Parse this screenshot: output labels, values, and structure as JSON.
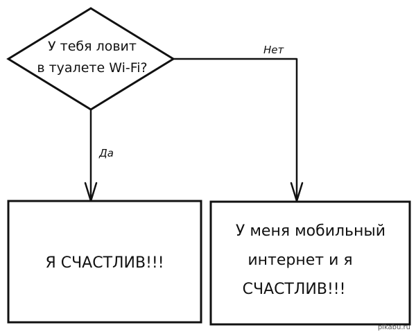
{
  "decision": {
    "lines": [
      "У тебя ловит",
      "в туалете Wi-Fi?"
    ]
  },
  "edges": {
    "yes_label": "Да",
    "no_label": "Нет"
  },
  "outcomes": {
    "left": {
      "lines": [
        "Я СЧАСТЛИВ!!!"
      ]
    },
    "right": {
      "lines": [
        "У меня мобильный",
        "интернет и я",
        "СЧАСТЛИВ!!!"
      ]
    }
  },
  "watermark": "pikabu.ru",
  "colors": {
    "stroke": "#111111",
    "background": "#ffffff"
  }
}
